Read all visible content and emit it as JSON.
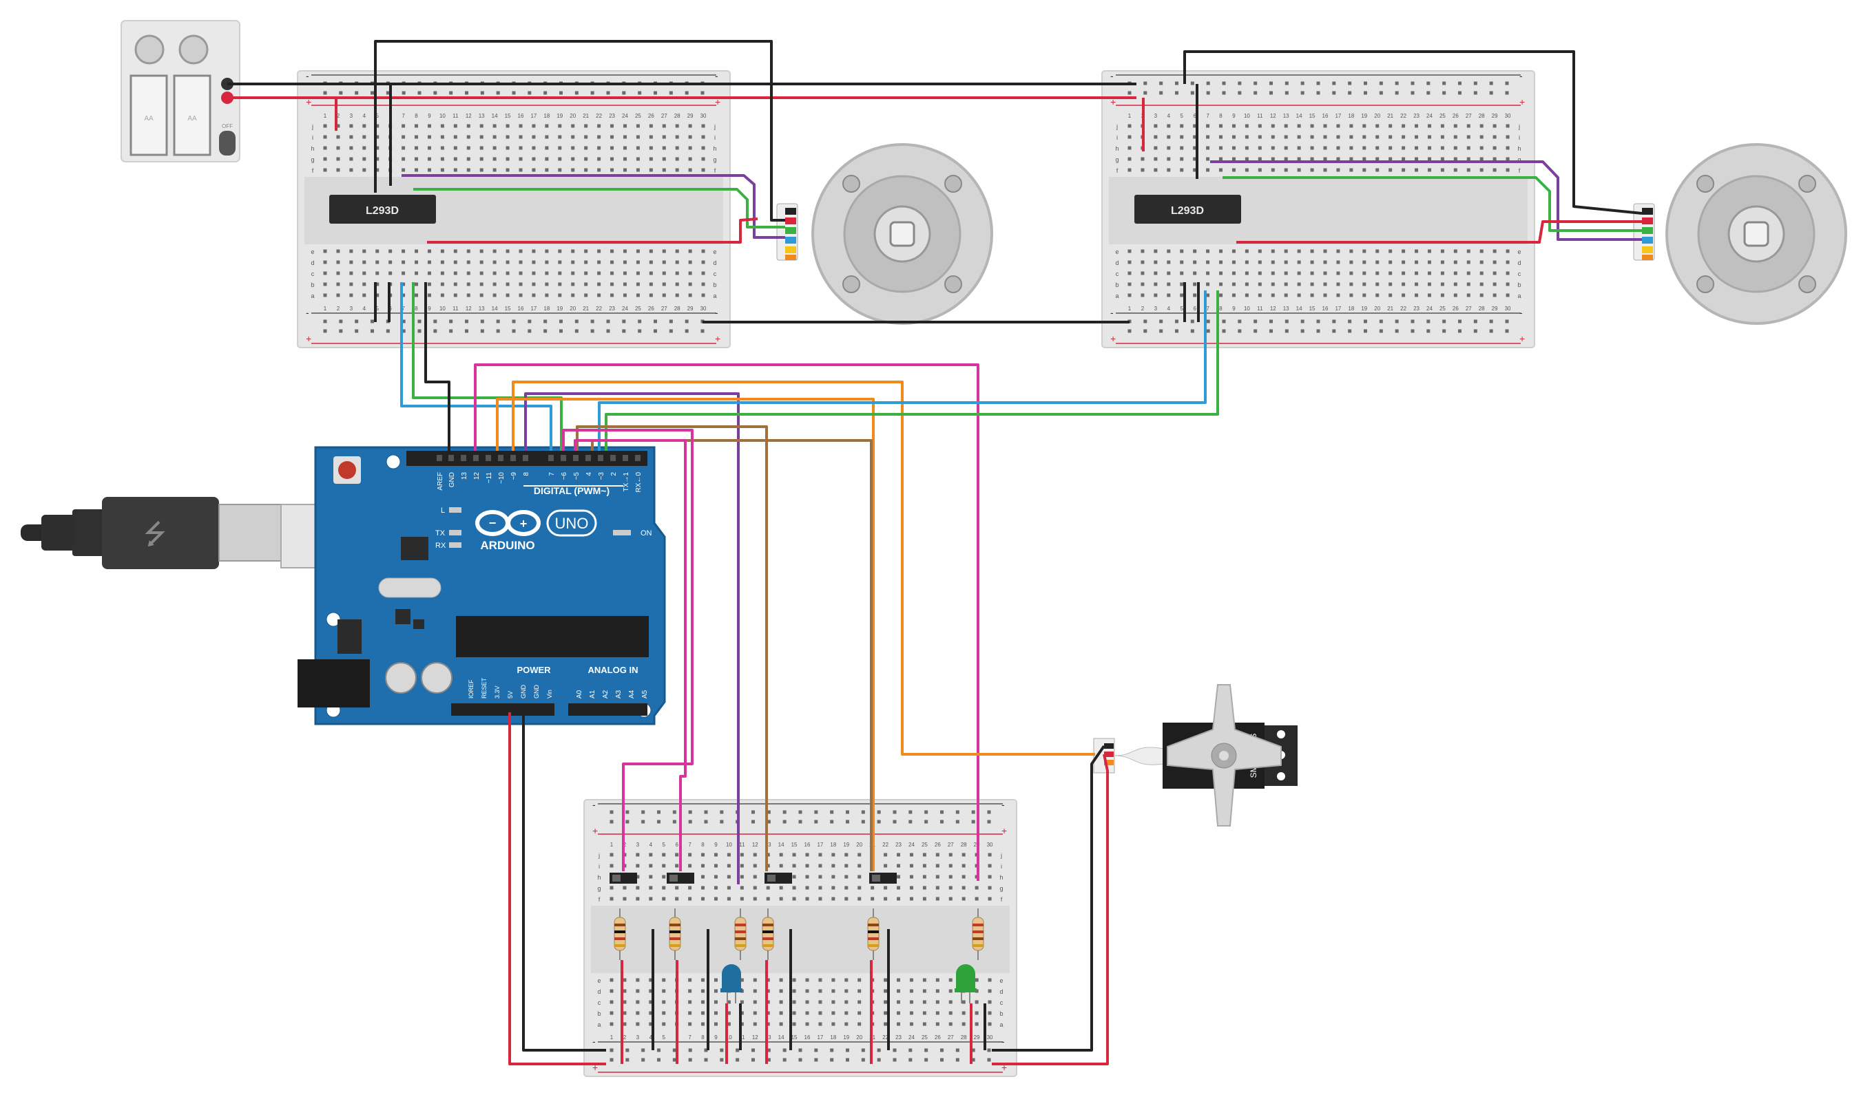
{
  "battery": {
    "cell_label": "AA",
    "switch_label": "OFF"
  },
  "breadboard": {
    "plus": "+",
    "minus": "-",
    "row_letters_top": [
      "j",
      "i",
      "h",
      "g",
      "f"
    ],
    "row_letters_bottom": [
      "e",
      "d",
      "c",
      "b",
      "a"
    ],
    "column_numbers": [
      "1",
      "2",
      "3",
      "4",
      "5",
      "6",
      "7",
      "8",
      "9",
      "10",
      "11",
      "12",
      "13",
      "14",
      "15",
      "16",
      "17",
      "18",
      "19",
      "20",
      "21",
      "22",
      "23",
      "24",
      "25",
      "26",
      "27",
      "28",
      "29",
      "30"
    ]
  },
  "driver_left": {
    "chip_label": "L293D"
  },
  "driver_right": {
    "chip_label": "L293D"
  },
  "arduino": {
    "header_pins": [
      "AREF",
      "GND",
      "13",
      "12",
      "~11",
      "~10",
      "~9",
      "8",
      "7",
      "~6",
      "~5",
      "4",
      "~3",
      "2",
      "TX→1",
      "RX←0"
    ],
    "digital_label": "DIGITAL (PWM~)",
    "brand": "ARDUINO",
    "model": "UNO",
    "on_label": "ON",
    "led_l": "L",
    "led_tx": "TX",
    "led_rx": "RX",
    "power_label": "POWER",
    "analog_label": "ANALOG IN",
    "power_pins": [
      "IOREF",
      "RESET",
      "3.3V",
      "5V",
      "GND",
      "GND",
      "Vin"
    ],
    "analog_pins": [
      "A0",
      "A1",
      "A2",
      "A3",
      "A4",
      "A5"
    ]
  },
  "servo": {
    "model_label": "SM-S2309S"
  },
  "colors": {
    "wire_black": "#222222",
    "wire_red": "#d7263d",
    "wire_green": "#3bb143",
    "wire_blue": "#2e9bd6",
    "wire_purple": "#7b3fa0",
    "wire_orange": "#f08a1c",
    "wire_brown": "#a0703e",
    "wire_magenta": "#d6359b",
    "arduino_blue": "#1f6fae",
    "breadboard": "#e6e6e6",
    "led_blue": "#1e6f9f",
    "led_green": "#2fa33a"
  },
  "components": {
    "switch_icon": "slide-switch",
    "resistor_icon": "resistor",
    "led_icon": "led",
    "motor_icon": "dc-motor",
    "usb_icon": "usb-cable"
  }
}
